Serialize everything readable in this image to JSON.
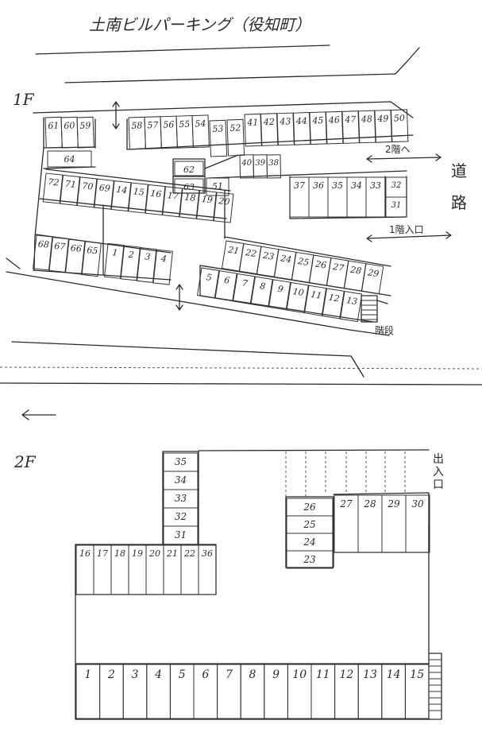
{
  "title": "土南ビルパーキング（役知町）",
  "floor1": {
    "label": "1F",
    "road_label": "道路",
    "to_2f": "2階へ",
    "entrance_1f": "1階入口",
    "stairs": "階段",
    "spots": [
      {
        "id": "61",
        "n": "61"
      },
      {
        "id": "60",
        "n": "60"
      },
      {
        "id": "59",
        "n": "59"
      },
      {
        "id": "58",
        "n": "58"
      },
      {
        "id": "57",
        "n": "57"
      },
      {
        "id": "56",
        "n": "56"
      },
      {
        "id": "55",
        "n": "55"
      },
      {
        "id": "54",
        "n": "54"
      },
      {
        "id": "53",
        "n": "53"
      },
      {
        "id": "52",
        "n": "52"
      },
      {
        "id": "41",
        "n": "41"
      },
      {
        "id": "42",
        "n": "42"
      },
      {
        "id": "43",
        "n": "43"
      },
      {
        "id": "44",
        "n": "44"
      },
      {
        "id": "45",
        "n": "45"
      },
      {
        "id": "46",
        "n": "46"
      },
      {
        "id": "47",
        "n": "47"
      },
      {
        "id": "48",
        "n": "48"
      },
      {
        "id": "49",
        "n": "49"
      },
      {
        "id": "50",
        "n": "50"
      },
      {
        "id": "64",
        "n": "64"
      },
      {
        "id": "40",
        "n": "40"
      },
      {
        "id": "39",
        "n": "39"
      },
      {
        "id": "38",
        "n": "38"
      },
      {
        "id": "62",
        "n": "62"
      },
      {
        "id": "63",
        "n": "63"
      },
      {
        "id": "51",
        "n": "51"
      },
      {
        "id": "37",
        "n": "37"
      },
      {
        "id": "36",
        "n": "36"
      },
      {
        "id": "35",
        "n": "35"
      },
      {
        "id": "34",
        "n": "34"
      },
      {
        "id": "33",
        "n": "33"
      },
      {
        "id": "32",
        "n": "32"
      },
      {
        "id": "31",
        "n": "31"
      },
      {
        "id": "72",
        "n": "72"
      },
      {
        "id": "71",
        "n": "71"
      },
      {
        "id": "70",
        "n": "70"
      },
      {
        "id": "69",
        "n": "69"
      },
      {
        "id": "14",
        "n": "14"
      },
      {
        "id": "15",
        "n": "15"
      },
      {
        "id": "16",
        "n": "16"
      },
      {
        "id": "17",
        "n": "17"
      },
      {
        "id": "18",
        "n": "18"
      },
      {
        "id": "19",
        "n": "19"
      },
      {
        "id": "20",
        "n": "20"
      },
      {
        "id": "68",
        "n": "68"
      },
      {
        "id": "67",
        "n": "67"
      },
      {
        "id": "66",
        "n": "66"
      },
      {
        "id": "65",
        "n": "65"
      },
      {
        "id": "1",
        "n": "1"
      },
      {
        "id": "2",
        "n": "2"
      },
      {
        "id": "3",
        "n": "3"
      },
      {
        "id": "4",
        "n": "4"
      },
      {
        "id": "21",
        "n": "21"
      },
      {
        "id": "22",
        "n": "22"
      },
      {
        "id": "23",
        "n": "23"
      },
      {
        "id": "24",
        "n": "24"
      },
      {
        "id": "25",
        "n": "25"
      },
      {
        "id": "26",
        "n": "26"
      },
      {
        "id": "27",
        "n": "27"
      },
      {
        "id": "28",
        "n": "28"
      },
      {
        "id": "29",
        "n": "29"
      },
      {
        "id": "5",
        "n": "5"
      },
      {
        "id": "6",
        "n": "6"
      },
      {
        "id": "7",
        "n": "7"
      },
      {
        "id": "8",
        "n": "8"
      },
      {
        "id": "9",
        "n": "9"
      },
      {
        "id": "10",
        "n": "10"
      },
      {
        "id": "11",
        "n": "11"
      },
      {
        "id": "12",
        "n": "12"
      },
      {
        "id": "13",
        "n": "13"
      }
    ]
  },
  "floor2": {
    "label": "2F",
    "entrance_label": "出入口",
    "spots": [
      {
        "id": "35",
        "n": "35"
      },
      {
        "id": "34",
        "n": "34"
      },
      {
        "id": "33",
        "n": "33"
      },
      {
        "id": "32",
        "n": "32"
      },
      {
        "id": "31",
        "n": "31"
      },
      {
        "id": "26",
        "n": "26"
      },
      {
        "id": "25",
        "n": "25"
      },
      {
        "id": "24",
        "n": "24"
      },
      {
        "id": "23",
        "n": "23"
      },
      {
        "id": "27",
        "n": "27"
      },
      {
        "id": "28",
        "n": "28"
      },
      {
        "id": "29",
        "n": "29"
      },
      {
        "id": "30",
        "n": "30"
      },
      {
        "id": "16",
        "n": "16"
      },
      {
        "id": "17",
        "n": "17"
      },
      {
        "id": "18",
        "n": "18"
      },
      {
        "id": "19",
        "n": "19"
      },
      {
        "id": "20",
        "n": "20"
      },
      {
        "id": "21",
        "n": "21"
      },
      {
        "id": "22",
        "n": "22"
      },
      {
        "id": "36",
        "n": "36"
      },
      {
        "id": "1",
        "n": "1"
      },
      {
        "id": "2",
        "n": "2"
      },
      {
        "id": "3",
        "n": "3"
      },
      {
        "id": "4",
        "n": "4"
      },
      {
        "id": "5",
        "n": "5"
      },
      {
        "id": "6",
        "n": "6"
      },
      {
        "id": "7",
        "n": "7"
      },
      {
        "id": "8",
        "n": "8"
      },
      {
        "id": "9",
        "n": "9"
      },
      {
        "id": "10",
        "n": "10"
      },
      {
        "id": "11",
        "n": "11"
      },
      {
        "id": "12",
        "n": "12"
      },
      {
        "id": "13",
        "n": "13"
      },
      {
        "id": "14",
        "n": "14"
      },
      {
        "id": "15",
        "n": "15"
      }
    ]
  }
}
